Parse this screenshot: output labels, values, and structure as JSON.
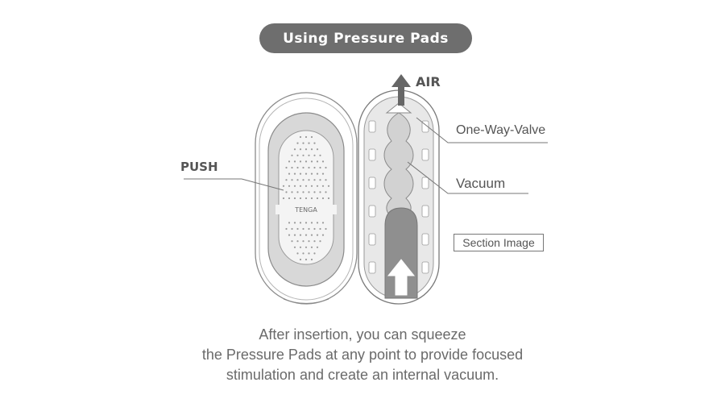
{
  "title": "Using Pressure Pads",
  "labels": {
    "air": "AIR",
    "valve": "One-Way-Valve",
    "vacuum": "Vacuum",
    "push": "PUSH",
    "section": "Section Image",
    "brand": "TENGA"
  },
  "caption": [
    "After insertion, you can squeeze",
    "the Pressure Pads at any point to provide focused",
    "stimulation and create an internal vacuum."
  ],
  "colors": {
    "pill": "#6e6e6e",
    "text": "#555555",
    "outline": "#888888",
    "shaded": "#cfcfcf",
    "dark": "#8a8a8a"
  }
}
